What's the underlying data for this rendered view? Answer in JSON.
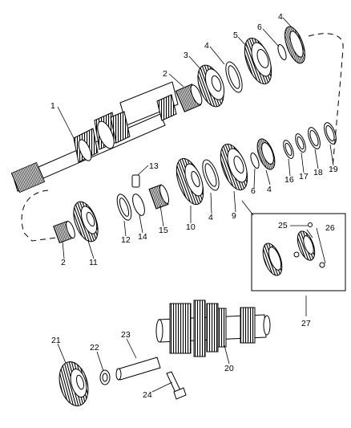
{
  "callouts": {
    "c1": "1",
    "c2a": "2",
    "c3": "3",
    "c4a": "4",
    "c4b": "4",
    "c5": "5",
    "c6a": "6",
    "c4c": "4",
    "c6b": "6",
    "c16": "16",
    "c17": "17",
    "c18": "18",
    "c19": "19",
    "c9": "9",
    "c4d": "4",
    "c10": "10",
    "c15": "15",
    "c13": "13",
    "c14": "14",
    "c12": "12",
    "c11": "11",
    "c2b": "2",
    "c25": "25",
    "c26": "26",
    "c27": "27",
    "c21": "21",
    "c22": "22",
    "c23": "23",
    "c24": "24",
    "c20": "20"
  }
}
